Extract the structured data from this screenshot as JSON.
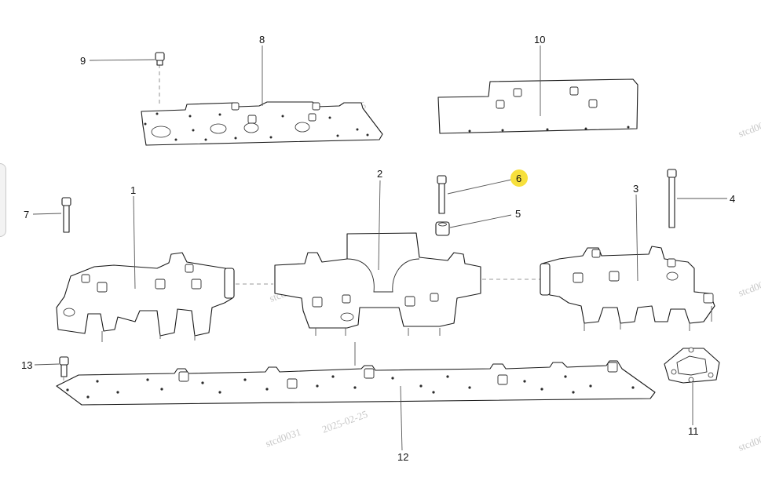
{
  "callouts": {
    "c1": "1",
    "c2": "2",
    "c3": "3",
    "c4": "4",
    "c5": "5",
    "c6": "6",
    "c7": "7",
    "c8": "8",
    "c9": "9",
    "c10": "10",
    "c11": "11",
    "c12": "12",
    "c13": "13"
  },
  "highlight_color": "#f7e03c",
  "watermarks": {
    "w1": "stcd0031",
    "w2": "2025-02-25",
    "w3": "stcd0031",
    "w4": "2025-02-25",
    "w5": "stcd0031",
    "w6": "2025-02-25",
    "w7": "stcd0031",
    "w8": "stcd0031",
    "w9": "stcd0031"
  }
}
